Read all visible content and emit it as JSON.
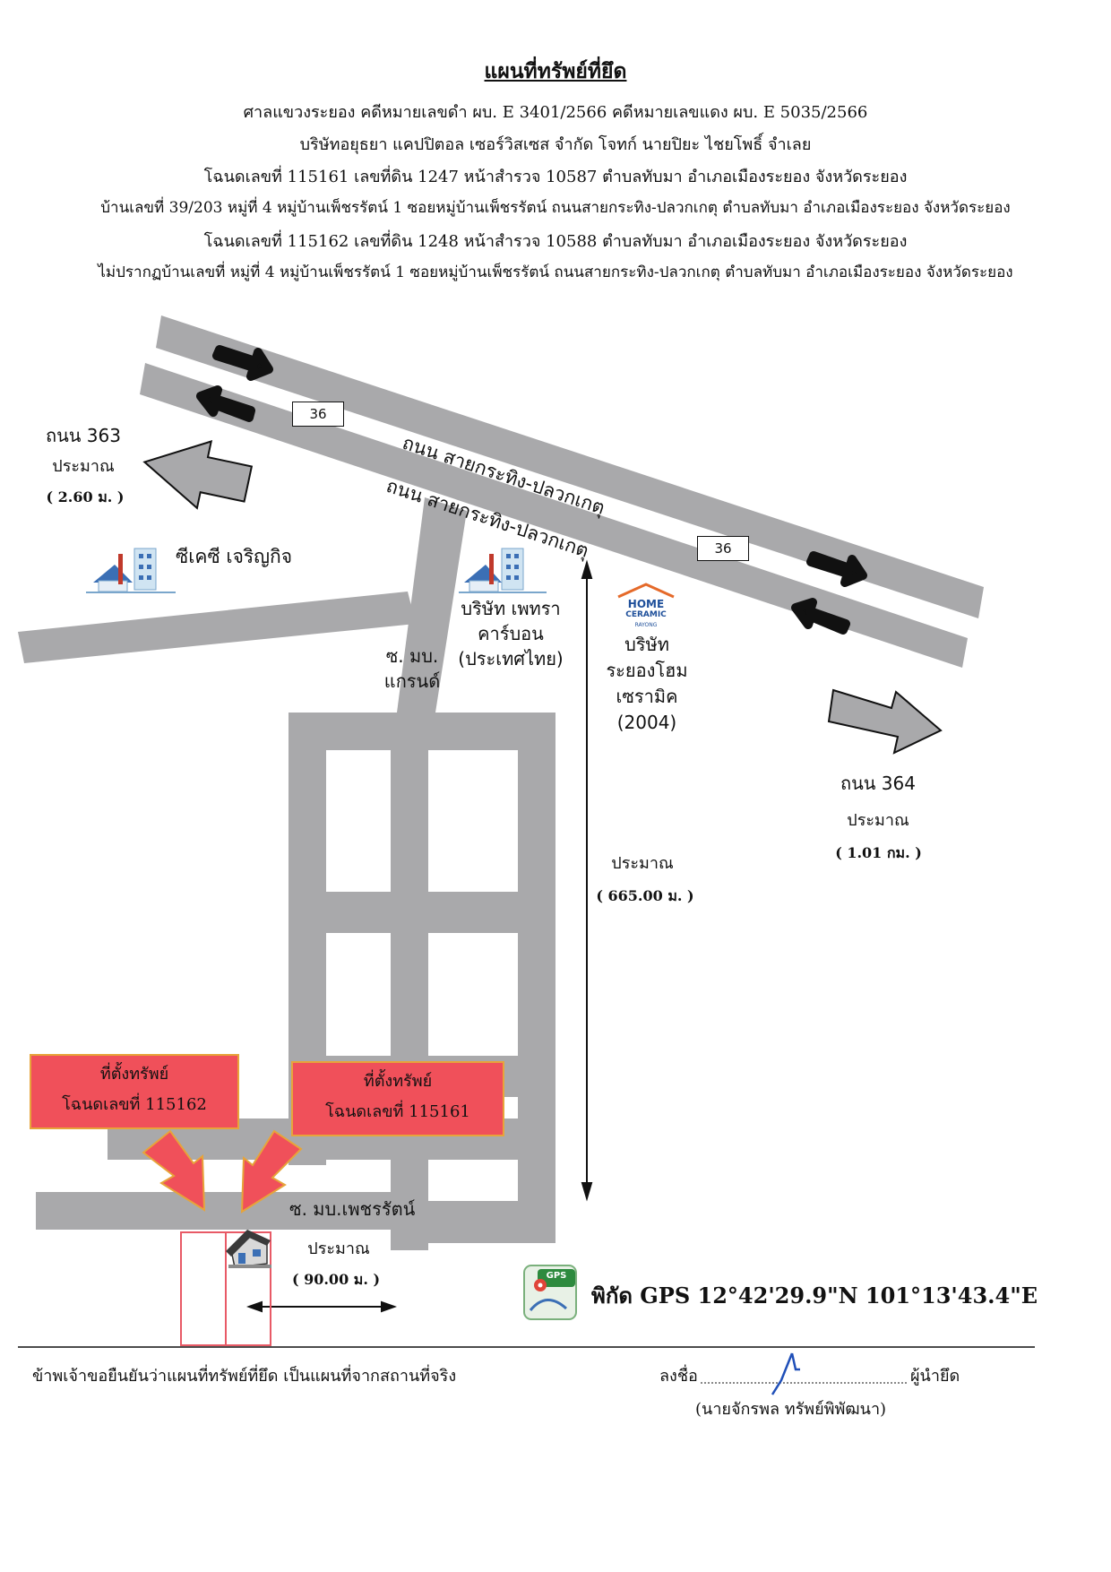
{
  "header": {
    "title": "แผนที่ทรัพย์ที่ยึด",
    "lines": [
      "ศาลแขวงระยอง คดีหมายเลขดำ ผบ. E 3401/2566  คดีหมายเลขแดง ผบ. E 5035/2566",
      "บริษัทอยุธยา แคปปิตอล เซอร์วิสเซส จำกัด  โจทก์  นายปิยะ ไชยโพธิ์  จำเลย",
      "โฉนดเลขที่  115161 เลขที่ดิน  1247 หน้าสำรวจ  10587  ตำบลทับมา  อำเภอเมืองระยอง   จังหวัดระยอง",
      "บ้านเลขที่ 39/203  หมู่ที่ 4  หมู่บ้านเพ็ชรรัตน์ 1  ซอยหมู่บ้านเพ็ชรรัตน์  ถนนสายกระทิง-ปลวกเกตุ ตำบลทับมา อำเภอเมืองระยอง จังหวัดระยอง",
      "โฉนดเลขที่ 115162  เลขที่ดิน  1248  หน้าสำรวจ  10588  ตำบลทับมา  อำเภอเมืองระยอง   จังหวัดระยอง",
      "ไม่ปรากฏบ้านเลขที่  หมู่ที่ 4  หมู่บ้านเพ็ชรรัตน์ 1  ซอยหมู่บ้านเพ็ชรรัตน์  ถนนสายกระทิง-ปลวกเกตุ ตำบลทับมา อำเภอเมืองระยอง จังหวัดระยอง"
    ]
  },
  "map": {
    "colors": {
      "road": "#a9a9ab",
      "property": "#f0505a",
      "property_border": "#e7a43a",
      "pointer": "#f0505a",
      "arrow": "#a9a9ab"
    },
    "highway": {
      "label_upper": "ถนน สายกระทิง-ปลวกเกตุ",
      "label_lower": "ถนน สายกระทิง-ปลวกเกตุ",
      "route_badge_1": "36",
      "route_badge_2": "36"
    },
    "left_direction": {
      "road": "ถนน 363",
      "approx": "ประมาณ",
      "distance": "( 2.60 ม. )"
    },
    "right_direction": {
      "road": "ถนน 364",
      "approx": "ประมาณ",
      "distance": "( 1.01 กม. )"
    },
    "landmark_ckc": "ซีเคซี เจริญกิจ",
    "landmark_petra": [
      "บริษัท เพทรา",
      "คาร์บอน",
      "(ประเทศไทย)"
    ],
    "landmark_home": [
      "บริษัท",
      "ระยองโฮม",
      "เซรามิค",
      "(2004)"
    ],
    "home_logo": {
      "line1": "HOME",
      "line2": "CERAMIC",
      "line3": "RAYONG"
    },
    "soi_grand": [
      "ซ. มบ.",
      "แกรนด์"
    ],
    "vertical_distance": {
      "approx": "ประมาณ",
      "distance": "( 665.00 ม. )"
    },
    "soi_petcharat": "ซ. มบ.เพชรรัตน์",
    "bottom_distance": {
      "approx": "ประมาณ",
      "distance": "( 90.00 ม. )"
    },
    "property_1": {
      "title": "ที่ตั้งทรัพย์",
      "deed": "โฉนดเลขที่ 115162"
    },
    "property_2": {
      "title": "ที่ตั้งทรัพย์",
      "deed": "โฉนดเลขที่ 115161"
    },
    "gps_icon_label": "GPS",
    "gps": "พิกัด GPS 12°42'29.9\"N 101°13'43.4\"E"
  },
  "footer": {
    "statement": "ข้าพเจ้าขอยืนยันว่าแผนที่ทรัพย์ที่ยึด เป็นแผนที่จากสถานที่จริง",
    "sign_label": "ลงชื่อ",
    "role": "ผู้นำยึด",
    "name": "(นายจักรพล   ทรัพย์พิพัฒนา)"
  }
}
